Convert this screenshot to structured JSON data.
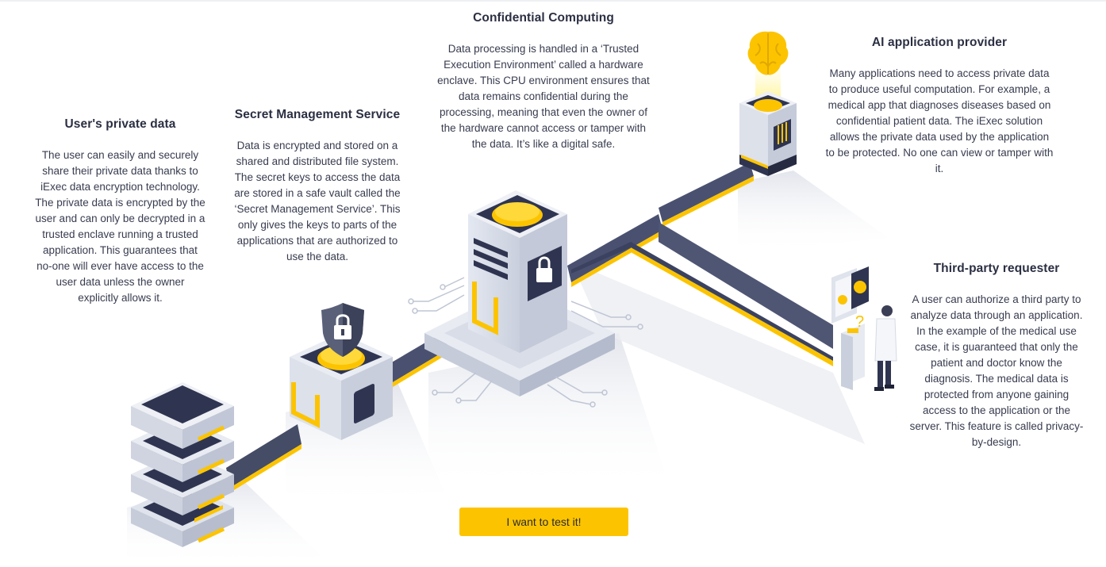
{
  "colors": {
    "accent": "#fcc400",
    "navy": "#2f3551",
    "dark_text": "#2b2f42"
  },
  "sections": {
    "private_data": {
      "title": "User's private data",
      "body": "The user can easily and securely share their private data thanks to iExec data encryption technology. The private data is encrypted by the user and can only be decrypted in a trusted enclave running a trusted application. This guarantees that no-one will ever have access to the user data unless the owner explicitly allows it."
    },
    "secret_management": {
      "title": "Secret Management Service",
      "body": "Data is encrypted and stored on a shared and distributed file system. The secret keys to access the data are stored in a safe vault called the ‘Secret Management Service’. This only gives the keys to parts of the applications that are authorized to use the data."
    },
    "confidential_computing": {
      "title": "Confidential Computing",
      "body": "Data processing is handled in a ‘Trusted Execution Environment’ called a hardware enclave. This CPU environment ensures that data remains confidential during the processing, meaning that even the owner of the hardware cannot access or tamper with the data. It’s like a digital safe."
    },
    "ai_provider": {
      "title": "AI application provider",
      "body": "Many applications need to access private data to produce useful computation. For example, a medical app that diagnoses diseases based on confidential patient data. The iExec solution allows the private data used by the application to be protected. No one can view or tamper with it."
    },
    "third_party": {
      "title": "Third-party requester",
      "body": "A user can authorize a third party to analyze data through an application. In the example of the medical use case, it is guaranteed that only the patient and doctor know the diagnosis. The medical data is protected from anyone gaining access to the application or the server. This feature is called privacy-by-design."
    }
  },
  "cta": {
    "label": "I want to test it!"
  },
  "icons": {
    "server": "server-stack-icon",
    "vault": "shield-lock-icon",
    "enclave": "enclave-lock-icon",
    "brain": "brain-icon",
    "doctor": "doctor-figure-icon"
  }
}
